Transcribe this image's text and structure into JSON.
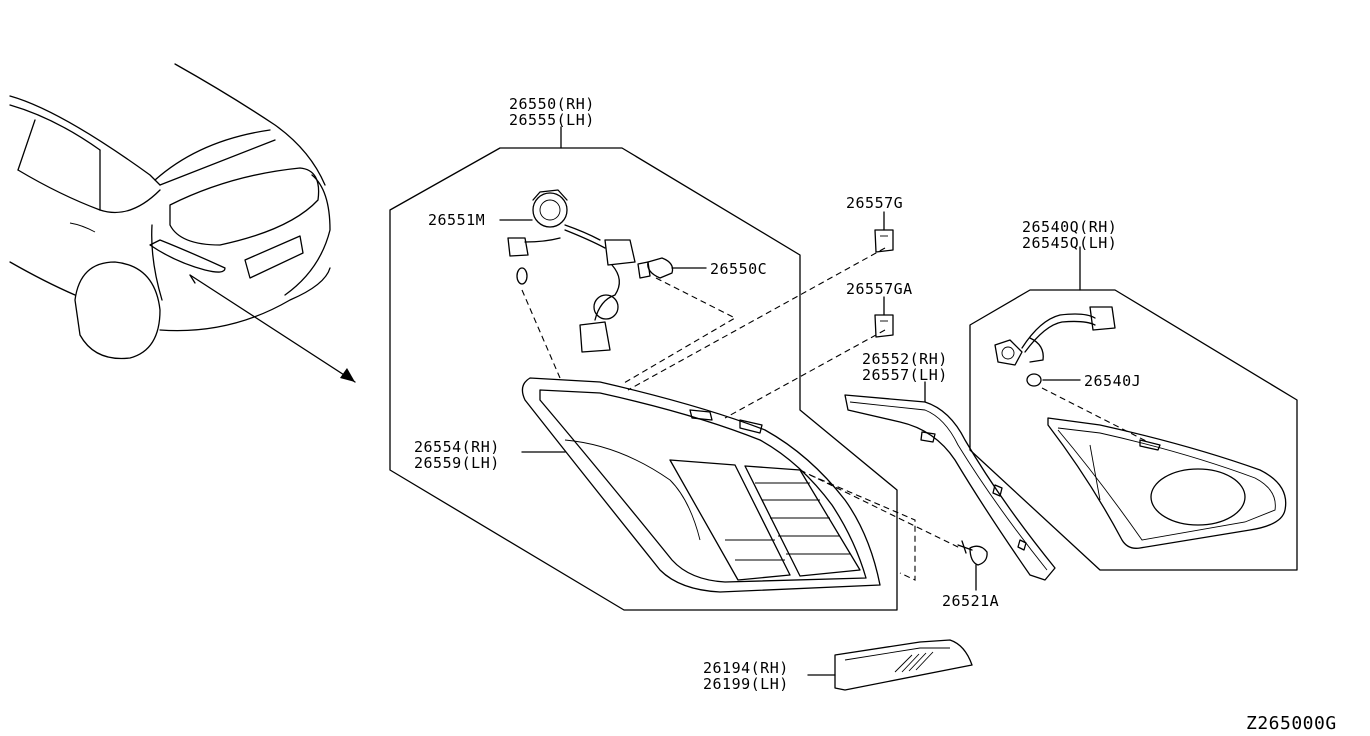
{
  "callouts": [
    {
      "id": "26550",
      "lines": [
        "26550(RH)",
        "26555(LH)"
      ]
    },
    {
      "id": "26551M",
      "lines": [
        "26551M"
      ]
    },
    {
      "id": "26550C",
      "lines": [
        "26550C"
      ]
    },
    {
      "id": "26557G",
      "lines": [
        "26557G"
      ]
    },
    {
      "id": "26557GA",
      "lines": [
        "26557GA"
      ]
    },
    {
      "id": "26552",
      "lines": [
        "26552(RH)",
        "26557(LH)"
      ]
    },
    {
      "id": "26554",
      "lines": [
        "26554(RH)",
        "26559(LH)"
      ]
    },
    {
      "id": "26521A",
      "lines": [
        "26521A"
      ]
    },
    {
      "id": "26540Q",
      "lines": [
        "26540Q(RH)",
        "26545Q(LH)"
      ]
    },
    {
      "id": "26540J",
      "lines": [
        "26540J"
      ]
    },
    {
      "id": "26194",
      "lines": [
        "26194(RH)",
        "26199(LH)"
      ]
    }
  ],
  "diagram_code": "Z265000G"
}
